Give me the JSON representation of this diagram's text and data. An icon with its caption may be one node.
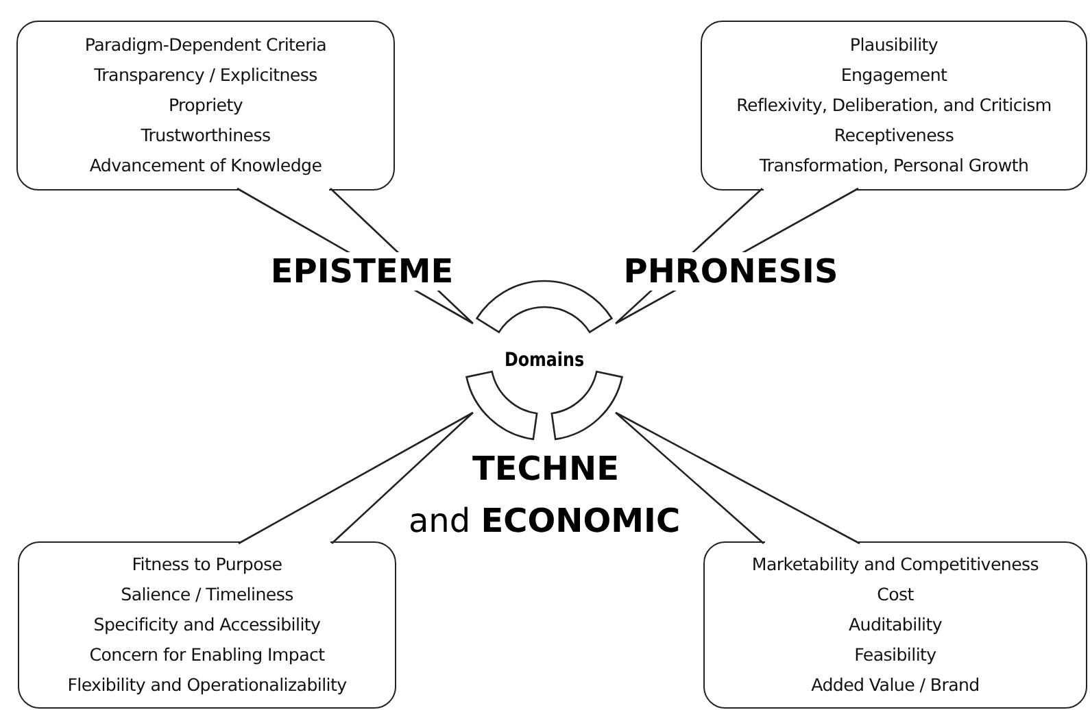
{
  "diagram": {
    "nodes": [
      {
        "text": [
          "Paradigm-Dependent Criteria",
          "Transparency / Explicitness",
          "Propriety",
          "Trustworthiness",
          "Advancement of Knowledge"
        ]
      },
      {
        "text": [
          "Plausibility",
          "Engagement",
          "Reflexivity, Deliberation, and Criticism",
          "Receptiveness",
          "Transformation, Personal Growth"
        ]
      },
      {
        "text": [
          "Domains"
        ]
      },
      {
        "text": [
          "Fitness to Purpose",
          "Salience / Timeliness",
          "Specificity and Accessibility",
          "Concern for Enabling Impact",
          "Flexibility and Operationalizability"
        ]
      },
      {
        "text": [
          "Marketability and Competitiveness",
          "Cost",
          "Auditability",
          "Feasibility",
          "Added Value / Brand"
        ]
      }
    ],
    "edges": [
      {
        "from": 0,
        "to": 2,
        "arrow": "none"
      },
      {
        "from": 1,
        "to": 2,
        "arrow": "none"
      },
      {
        "from": 3,
        "to": 2,
        "arrow": "none"
      },
      {
        "from": 4,
        "to": 2,
        "arrow": "none"
      }
    ],
    "labels": [
      "EPISTEME",
      "PHRONESIS",
      "TECHNE",
      "and **ECONOMIC**"
    ]
  }
}
